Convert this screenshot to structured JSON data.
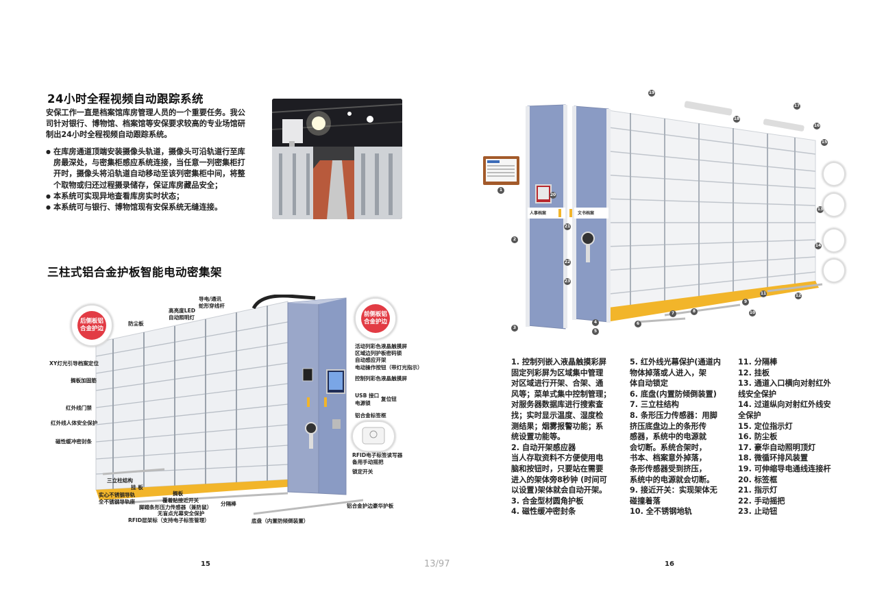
{
  "left": {
    "section1_title": "24小时全程视频自动跟踪系统",
    "intro": [
      "安保工作一直是档案馆库房管理人员的一个重要任务。我公",
      "司针对银行、博物馆、档案馆等安保要求较高的专业场馆研",
      "制出24小时全程视频自动跟踪系统。"
    ],
    "bullets": [
      [
        "在库房通道顶端安装摄像头轨道，摄像头可沿轨道行至库",
        "房最深处，与密集柜感应系统连接，当任意一列密集柜打",
        "开时，摄像头将沿轨道自动移动至该列密集柜中间，将整",
        "个取物或归还过程摄录储存，保证库房藏品安全；"
      ],
      [
        "本系统可实现异地查看库房实时状态；"
      ],
      [
        "本系统可与银行、博物馆现有安保系统无缝连接。"
      ]
    ],
    "section2_title": "三柱式铝合金护板智能电动密集架",
    "bubble_left": [
      "后侧板铝",
      "合金护边"
    ],
    "bubble_right": [
      "前侧板铝",
      "合金护边"
    ],
    "callouts": {
      "dustproof": "防尘板",
      "led": [
        "高亮度LED",
        "自动照明灯"
      ],
      "guide": [
        "导电/通讯",
        "蛇形穿线杆"
      ],
      "xy": "XY灯光引导档案定位",
      "shelf_fix": "搁板加固筋",
      "ir_gate": "红外线门禁",
      "ir_person": "红外线人体安全保护",
      "magnet": "磁性缓冲密封条",
      "lcd_touch": "活动列彩色液晶触摸屏",
      "zone_panel": "区域边列护板密码锁",
      "auto_switch": "自动感应开架",
      "elec_btn": "电动操作按钮（带灯光指示）",
      "lcd_screen": "控制列彩色液晶触摸屏",
      "usb": "USB 接口",
      "power_lock": "电源锁",
      "reset": "复位钮",
      "alu_label": "铝合金标签框",
      "rfid_reader": "RFID电子标签读写器",
      "hand_crank": "备用手动摇把",
      "lock_open": "锁定开关",
      "three_col": "三立柱结构",
      "hang_board": "挂 板",
      "ss_rail": "实心不锈钢导轨",
      "ss_base": "全不锈钢导轨座",
      "shelf_board": "搁板",
      "proximity": "覆着贴接近开关",
      "foot_sensor": "脚踏条形压力传感器（兼防鼠）",
      "blind_screen": "无盲点光幕安全保护",
      "rfid_mark": "RFID层架标（支持电子标签管理）",
      "divider": "分隔棒",
      "chassis": "底盘（内置防倾倒装置）",
      "alu_side": "铝合金护边豪华护板"
    },
    "page_number": "15"
  },
  "right": {
    "panel_labels": [
      "人事档案",
      "文书档案"
    ],
    "col1": [
      "1. 控制列嵌入液晶触摸彩屏",
      "固定列彩屏为区域集中管理",
      "对区域进行开架、合架、通",
      "风等；菜单式集中控制管理；",
      "对服务器数据库进行搜索查",
      "找；实时显示温度、湿度检",
      "测结果；烟雾报警功能；系",
      "统设置功能等。",
      "2. 自动开架感应器",
      "当人存取资料不方便使用电",
      "脑和按钮时，只要站在需要",
      "进入的架体旁8秒钟 (时间可",
      "以设置)架体就会自动开架。",
      "3. 合金型材圆角护板",
      "4. 磁性缓冲密封条"
    ],
    "col2": [
      "5. 红外线光幕保护(通道内",
      "物体掉落或人进入，架",
      "体自动锁定",
      "6. 底盘(内置防倾倒装置)",
      "7. 三立柱结构",
      "8. 条形压力传感器：用脚",
      "挤压底盘边上的条形传",
      "感器，系统中的电源就",
      "会切断。系统合架时，",
      "书本、档案意外掉落，",
      "条形传感器受到挤压，",
      "系统中的电源就会切断。",
      "9. 接近开关：实现架体无",
      "碰撞着落",
      "10. 全不锈钢地轨"
    ],
    "col3": [
      "11. 分隔棒",
      "12. 挂板",
      "13. 通道入口横向对射红外",
      "线安全保护",
      "14. 过道纵向对射红外线安",
      "全保护",
      "15. 定位指示灯",
      "16. 防尘板",
      "17. 豪华自动照明顶灯",
      "18. 微循环排风装置",
      "19. 可伸缩导电通线连接杆",
      "20. 标签框",
      "21. 指示灯",
      "22. 手动摇把",
      "23. 止动钮"
    ],
    "page_number": "16"
  },
  "pager": "13/97",
  "colors": {
    "panel_blue": "#8a9bc4",
    "rail_yellow": "#f2b52a",
    "accent_red": "#e23b44"
  }
}
